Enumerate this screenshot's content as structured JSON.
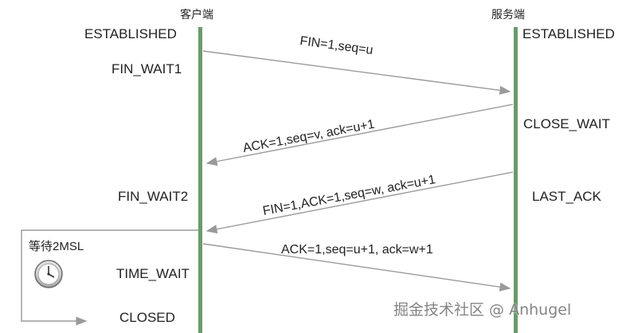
{
  "actors": {
    "client": "客户端",
    "server": "服务端"
  },
  "client_states": {
    "established": "ESTABLISHED",
    "fin_wait1": "FIN_WAIT1",
    "fin_wait2": "FIN_WAIT2",
    "time_wait": "TIME_WAIT",
    "closed": "CLOSED"
  },
  "server_states": {
    "established": "ESTABLISHED",
    "close_wait": "CLOSE_WAIT",
    "last_ack": "LAST_ACK"
  },
  "messages": [
    "FIN=1,seq=u",
    "ACK=1,seq=v, ack=u+1",
    "FIN=1,ACK=1,seq=w, ack=u+1",
    "ACK=1,seq=u+1, ack=w+1"
  ],
  "timer_label": "等待2MSL",
  "watermark": "掘金技术社区 @ Anhugel",
  "colors": {
    "lifeline": "#6b9a6b",
    "arrow": "#9a9a9a",
    "text": "#222222"
  },
  "icons": {
    "timer": "clock-icon"
  }
}
